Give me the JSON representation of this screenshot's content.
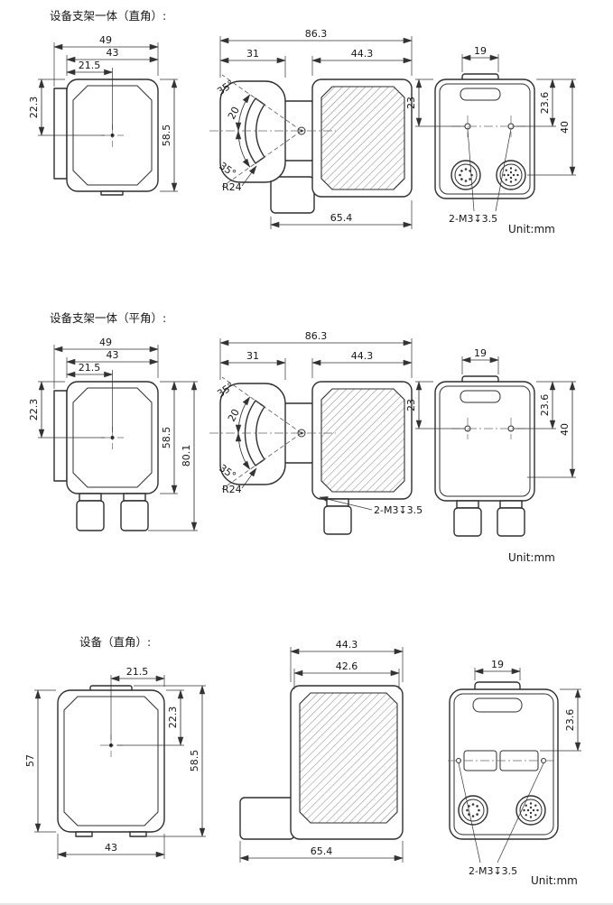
{
  "sections": [
    {
      "title": "设备支架一体（直角）:",
      "front": {
        "w_outer": "49",
        "w_body": "43",
        "w_half": "21.5",
        "h_top": "22.3",
        "h_body": "58.5"
      },
      "side": {
        "w_total": "86.3",
        "w_arm": "31",
        "w_body": "44.3",
        "angle_up": "35°",
        "slot_angle": "20",
        "angle_down": "35°",
        "radius": "R24",
        "w_bottom": "65.4"
      },
      "back": {
        "w_tab": "19",
        "h_hole_left": "23",
        "h_hole_right": "23.6",
        "h_conn": "40",
        "thread": "2-M3↧3.5",
        "unit": "Unit:mm"
      }
    },
    {
      "title": "设备支架一体（平角）:",
      "front": {
        "w_outer": "49",
        "w_body": "43",
        "w_half": "21.5",
        "h_top": "22.3",
        "h_body": "58.5",
        "h_total": "80.1"
      },
      "side": {
        "w_total": "86.3",
        "w_arm": "31",
        "w_body": "44.3",
        "angle_up": "35°",
        "slot_angle": "20",
        "angle_down": "35°",
        "radius": "R24",
        "thread": "2-M3↧3.5"
      },
      "back": {
        "w_tab": "19",
        "h_hole_left": "23",
        "h_hole_right": "23.6",
        "h_conn": "40",
        "unit": "Unit:mm"
      }
    },
    {
      "title": "设备（直角）:",
      "front": {
        "w_half": "21.5",
        "h_left": "57",
        "h_lens": "22.3",
        "h_total": "58.5",
        "w_bottom": "43"
      },
      "side": {
        "w_top": "44.3",
        "w_mid": "42.6",
        "w_bottom": "65.4"
      },
      "back": {
        "w_tab": "19",
        "h_hole": "23.6",
        "thread": "2-M3↧3.5",
        "unit": "Unit:mm"
      }
    }
  ]
}
